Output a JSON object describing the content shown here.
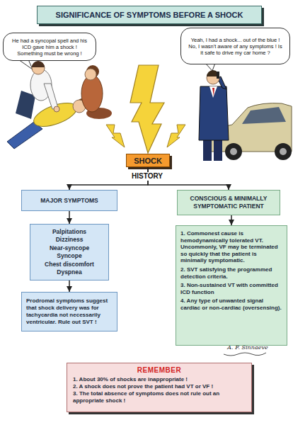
{
  "diagram": {
    "title": "SIGNIFICANCE OF SYMPTOMS BEFORE A SHOCK",
    "nodes": [
      {
        "text": [
          "He had a syncopal spell and his ICD gave him a shock ! Something must be wrong !"
        ]
      },
      {
        "text": [
          "Yeah, I had a shock... out of the blue ! No, I wasn't aware of any symptoms ! Is it safe to drive my car home ?"
        ]
      },
      {
        "text": [
          "SHOCK"
        ]
      },
      {
        "text": [
          "MAJOR SYMPTOMS"
        ]
      },
      {
        "text": [
          "CONSCIOUS & MINIMALLY SYMPTOMATIC PATIENT"
        ]
      },
      {
        "text": [
          "Palpitations",
          "Dizziness",
          "Near-syncope",
          "Syncope",
          "Chest discomfort",
          "Dyspnea"
        ]
      },
      {
        "text": [
          "Prodromal symptoms suggest that shock delivery was for tachycardia not necessarily ventricular. Rule out SVT !"
        ]
      },
      {
        "text": [
          "1. Commonest cause is hemodynamically tolerated VT. Uncommonly, VF may be terminated so quickly that the patient is minimally symptomatic.",
          "2. SVT satisfying the programmed detection criteria.",
          "3. Non-sustained VT with committed ICD function",
          "4. Any type of unwanted signal cardiac or non-cardiac (oversensing)."
        ]
      },
      {
        "text": [
          "REMEMBER",
          "1. About 30% of shocks are inappropriate !",
          "2. A shock does not prove the patient had VT or VF !",
          "3. The total absence of symptoms does not rule out an appropriate shock !"
        ]
      }
    ],
    "edges": [
      {
        "from": 2,
        "to": 3,
        "arrow": "to"
      },
      {
        "from": 2,
        "to": 4,
        "arrow": "to"
      },
      {
        "from": 3,
        "to": 5,
        "arrow": "to"
      },
      {
        "from": 5,
        "to": 6,
        "arrow": "to"
      },
      {
        "from": 4,
        "to": 7,
        "arrow": "to"
      }
    ],
    "labels": [
      "HISTORY",
      "A. F. Sinnaeve"
    ]
  }
}
